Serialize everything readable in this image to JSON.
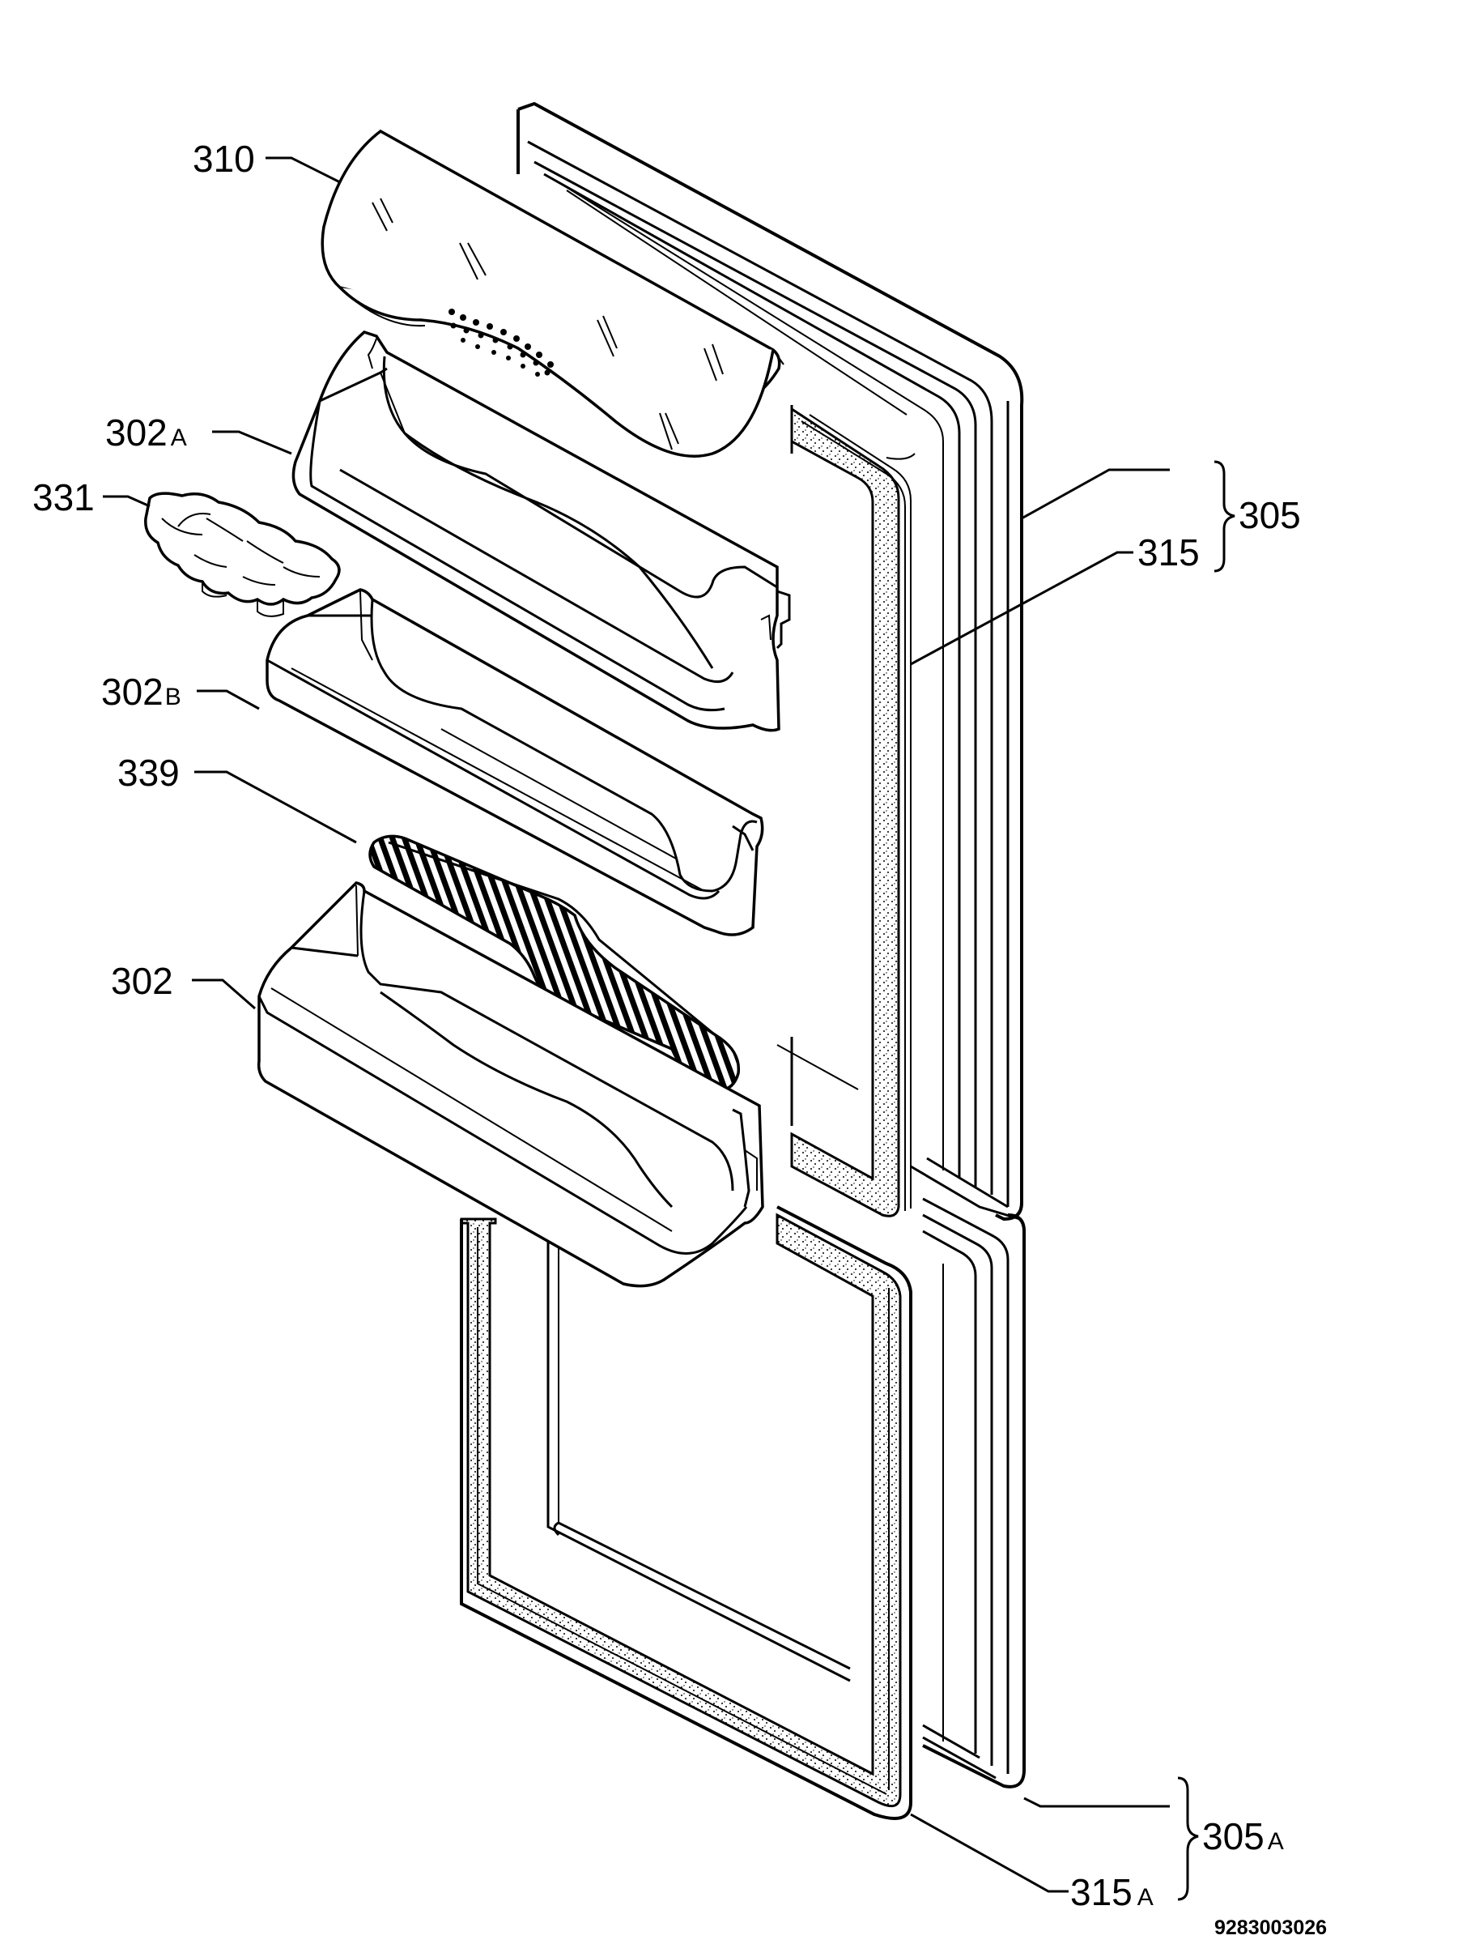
{
  "labels": {
    "l310": "310",
    "l302a_num": "302",
    "l302a_suf": "A",
    "l331": "331",
    "l302b_num": "302",
    "l302b_suf": "B",
    "l339": "339",
    "l302": "302",
    "l305": "305",
    "l315": "315",
    "l305a_num": "305",
    "l305a_suf": "A",
    "l315a_num": "315",
    "l315a_suf": "A"
  },
  "drawing_code": "9283003026"
}
